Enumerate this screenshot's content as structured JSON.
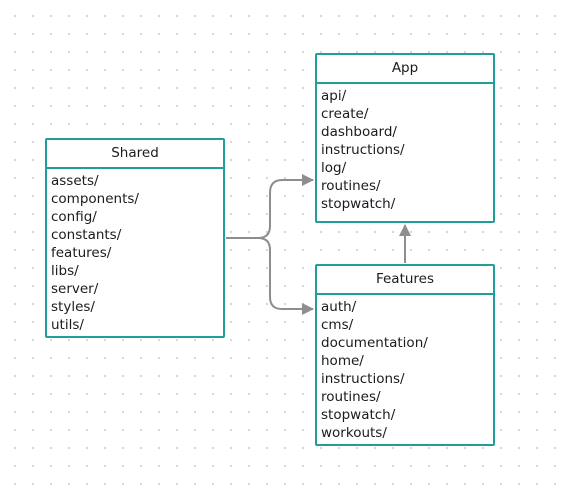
{
  "diagram": {
    "nodes": {
      "app": {
        "title": "App",
        "items": [
          "api/",
          "create/",
          "dashboard/",
          "instructions/",
          "log/",
          "routines/",
          "stopwatch/"
        ]
      },
      "shared": {
        "title": "Shared",
        "items": [
          "assets/",
          "components/",
          "config/",
          "constants/",
          "features/",
          "libs/",
          "server/",
          "styles/",
          "utils/"
        ]
      },
      "features": {
        "title": "Features",
        "items": [
          "auth/",
          "cms/",
          "documentation/",
          "home/",
          "instructions/",
          "routines/",
          "stopwatch/",
          "workouts/"
        ]
      }
    },
    "edges": [
      {
        "from": "shared",
        "to": "app"
      },
      {
        "from": "shared",
        "to": "features"
      },
      {
        "from": "features",
        "to": "app"
      }
    ],
    "colors": {
      "node_border": "#1f9e9a",
      "edge": "#8e8e8e",
      "text": "#1b1b1b",
      "background": "#ffffff",
      "grid_dot": "#d2d6da"
    }
  }
}
